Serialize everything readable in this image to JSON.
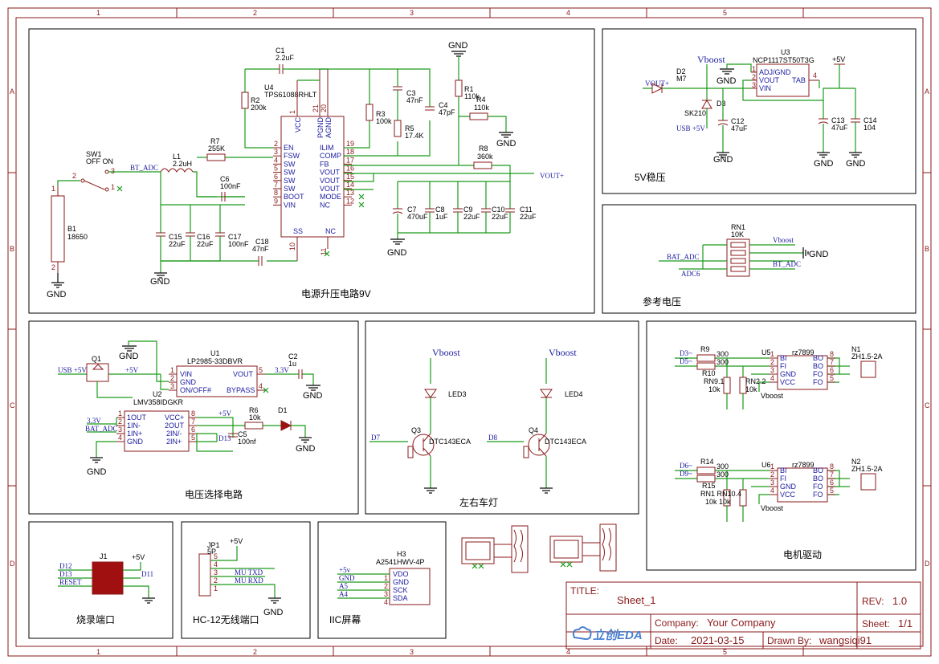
{
  "border": {
    "cols": [
      "1",
      "2",
      "3",
      "4",
      "5"
    ],
    "rows": [
      "A",
      "B",
      "C",
      "D"
    ]
  },
  "sections": {
    "boost": "电源升压电路9V",
    "reg5v": "5V稳压",
    "vref": "参考电压",
    "vsel": "电压选择电路",
    "lights": "左右车灯",
    "motor": "电机驱动",
    "burn": "烧录端口",
    "hc12": "HC-12无线端口",
    "iic": "IIC屏幕"
  },
  "boost": {
    "sw1": {
      "ref": "SW1",
      "val": "OFF ON",
      "p1": "1",
      "p2": "2",
      "p3": "3"
    },
    "b1": {
      "ref": "B1",
      "val": "18650",
      "p1": "1",
      "p2": "2"
    },
    "l1": {
      "ref": "L1",
      "val": "2.2uH"
    },
    "bat_adc": "BT_ADC",
    "r7": {
      "ref": "R7",
      "val": "255K"
    },
    "r2": {
      "ref": "R2",
      "val": "200k"
    },
    "c1": {
      "ref": "C1",
      "val": "2.2uF"
    },
    "c6": {
      "ref": "C6",
      "val": "100nF"
    },
    "c15": {
      "ref": "C15",
      "val": "22uF"
    },
    "c16": {
      "ref": "C16",
      "val": "22uF"
    },
    "c17": {
      "ref": "C17",
      "val": "100nF"
    },
    "c18": {
      "ref": "C18",
      "val": "47nF"
    },
    "u4": {
      "ref": "U4",
      "val": "TPS61088RHLT"
    },
    "u4_left": [
      {
        "n": "2",
        "l": "EN"
      },
      {
        "n": "3",
        "l": "FSW"
      },
      {
        "n": "4",
        "l": "SW"
      },
      {
        "n": "5",
        "l": "SW"
      },
      {
        "n": "6",
        "l": "SW"
      },
      {
        "n": "7",
        "l": "SW"
      },
      {
        "n": "8",
        "l": "BOOT"
      },
      {
        "n": "9",
        "l": "VIN"
      }
    ],
    "u4_right": [
      {
        "n": "19",
        "l": "ILIM"
      },
      {
        "n": "18",
        "l": "COMP"
      },
      {
        "n": "17",
        "l": "FB"
      },
      {
        "n": "16",
        "l": "VOUT"
      },
      {
        "n": "15",
        "l": "VOUT"
      },
      {
        "n": "14",
        "l": "VOUT"
      },
      {
        "n": "13",
        "l": "MODE"
      },
      {
        "n": "12",
        "l": "NC"
      }
    ],
    "u4_top": [
      {
        "n": "1",
        "l": "VCC"
      },
      {
        "n": "21",
        "l": "PGND"
      },
      {
        "n": "20",
        "l": "AGND"
      }
    ],
    "u4_bot": [
      {
        "n": "10",
        "l": "SS"
      },
      {
        "n": "11",
        "l": "NC"
      }
    ],
    "r3": {
      "ref": "R3",
      "val": "100k"
    },
    "c3": {
      "ref": "C3",
      "val": "47nF"
    },
    "r5": {
      "ref": "R5",
      "val": "17.4K"
    },
    "c4": {
      "ref": "C4",
      "val": "47pF"
    },
    "r1": {
      "ref": "R1",
      "val": "110k"
    },
    "r4": {
      "ref": "R4",
      "val": "110k"
    },
    "r8": {
      "ref": "R8",
      "val": "360k"
    },
    "c7": {
      "ref": "C7",
      "val": "470uF"
    },
    "c8": {
      "ref": "C8",
      "val": "1uF"
    },
    "c9": {
      "ref": "C9",
      "val": "22uF"
    },
    "c10": {
      "ref": "C10",
      "val": "22uF"
    },
    "c11": {
      "ref": "C11",
      "val": "22uF"
    },
    "vout": "VOUT+",
    "gnd": "GND"
  },
  "reg5v": {
    "vboost": "Vboost",
    "vout": "VOUT+",
    "d2": {
      "ref": "D2",
      "val": "M7"
    },
    "d3": {
      "ref": "D3",
      "val": "SK210"
    },
    "usb": "USB +5V",
    "c12": {
      "ref": "C12",
      "val": "47uF"
    },
    "u3": {
      "ref": "U3",
      "val": "NCP1117ST50T3G"
    },
    "u3_pins": [
      {
        "n": "1",
        "l": "ADJ/GND"
      },
      {
        "n": "2",
        "l": "VOUT"
      },
      {
        "n": "3",
        "l": "VIN"
      }
    ],
    "u3_tab": {
      "n": "4",
      "l": "TAB"
    },
    "p5v": "+5V",
    "c13": {
      "ref": "C13",
      "val": "47uF"
    },
    "c14": {
      "ref": "C14",
      "val": "104"
    },
    "gnd": "GND"
  },
  "vref": {
    "rn1": {
      "ref": "RN1",
      "val": "10K"
    },
    "vboost": "Vboost",
    "bat_adc": "BAT_ADC",
    "bt_adc": "BT_ADC",
    "adc6": "ADC6",
    "gnd": "GND"
  },
  "vsel": {
    "q1": {
      "ref": "Q1"
    },
    "usb": "USB +5V",
    "p5v": "+5V",
    "u1": {
      "ref": "U1",
      "val": "LP2985-33DBVR"
    },
    "u1_left": [
      {
        "n": "1",
        "l": "VIN"
      },
      {
        "n": "2",
        "l": "GND"
      },
      {
        "n": "3",
        "l": "ON/OFF#"
      }
    ],
    "u1_right": [
      {
        "n": "5",
        "l": "VOUT"
      },
      {
        "n": "4",
        "l": "BYPASS"
      }
    ],
    "c2": {
      "ref": "C2",
      "val": "1u"
    },
    "v33": "3.3V",
    "u2": {
      "ref": "U2",
      "val": "LMV358IDGKR"
    },
    "u2_left": [
      {
        "n": "1",
        "l": "1OUT"
      },
      {
        "n": "2",
        "l": "1IN-"
      },
      {
        "n": "3",
        "l": "1IN+"
      },
      {
        "n": "4",
        "l": "GND"
      }
    ],
    "u2_right": [
      {
        "n": "8",
        "l": "VCC+"
      },
      {
        "n": "7",
        "l": "2OUT"
      },
      {
        "n": "6",
        "l": "2IN/-"
      },
      {
        "n": "5",
        "l": "2IN+"
      }
    ],
    "v33b": "3.3V",
    "bat_adc": "BAT_ADC",
    "p5v2": "+5V",
    "d13": "D13",
    "r6": {
      "ref": "R6",
      "val": "10k"
    },
    "c5": {
      "ref": "C5",
      "val": "100nf"
    },
    "d1": {
      "ref": "D1"
    },
    "gnd": "GND"
  },
  "lights": {
    "vb1": "Vboost",
    "vb2": "Vboost",
    "led3": "LED3",
    "led4": "LED4",
    "q3": {
      "ref": "Q3",
      "val": "DTC143ECA"
    },
    "q4": {
      "ref": "Q4",
      "val": "DTC143ECA"
    },
    "d7": "D7",
    "d8": "D8"
  },
  "motor": {
    "u5": {
      "ref": "U5",
      "val": "rz7899"
    },
    "u6": {
      "ref": "U6",
      "val": "rz7899"
    },
    "pinsL": [
      {
        "n": "1",
        "l": "BI"
      },
      {
        "n": "2",
        "l": "FI"
      },
      {
        "n": "3",
        "l": "GND"
      },
      {
        "n": "4",
        "l": "VCC"
      }
    ],
    "pinsR": [
      {
        "n": "8",
        "l": "BO"
      },
      {
        "n": "7",
        "l": "BO"
      },
      {
        "n": "6",
        "l": "FO"
      },
      {
        "n": "5",
        "l": "FO"
      }
    ],
    "d3n": "D3~",
    "d5n": "D5~",
    "d6n": "D6~",
    "d9n": "D9~",
    "r9": {
      "ref": "R9",
      "val": "300"
    },
    "r10": {
      "ref": "R10",
      "val": "300"
    },
    "rn9": {
      "ref": "RN9.1",
      "val": "10k"
    },
    "rn2": {
      "ref": "RN2.2",
      "val": "10k"
    },
    "r14": {
      "ref": "R14",
      "val": "300"
    },
    "r15": {
      "ref": "R15",
      "val": "300"
    },
    "rn1b": {
      "ref": "RN1 RN10.4",
      "val": "10k 10k"
    },
    "vb": "Vboost",
    "n1": {
      "ref": "N1",
      "val": "ZH1.5-2A"
    },
    "n2": {
      "ref": "N2",
      "val": "ZH1.5-2A"
    }
  },
  "burn": {
    "j1": "J1",
    "p5v": "+5V",
    "d12": "D12",
    "d13": "D13",
    "reset": "RESET",
    "d11": "D11"
  },
  "hc12": {
    "jp1": {
      "ref": "JP1",
      "val": "5P"
    },
    "p5v": "+5V",
    "txd": "MU TXD",
    "rxd": "MU RXD",
    "pins": [
      "5",
      "4",
      "3",
      "2",
      "1"
    ],
    "gnd": "GND"
  },
  "iic": {
    "h3": {
      "ref": "H3",
      "val": "A2541HWV-4P"
    },
    "nets": [
      "+5v",
      "GND",
      "A5",
      "A4"
    ],
    "pins": [
      {
        "n": "1",
        "l": "VDO"
      },
      {
        "n": "2",
        "l": "GND"
      },
      {
        "n": "3",
        "l": "SCK"
      },
      {
        "n": "4",
        "l": "SDA"
      }
    ]
  },
  "titleblock": {
    "title_label": "TITLE:",
    "title": "Sheet_1",
    "rev_label": "REV:",
    "rev": "1.0",
    "company_label": "Company:",
    "company": "Your Company",
    "sheet_label": "Sheet:",
    "sheet": "1/1",
    "date_label": "Date:",
    "date": "2021-03-15",
    "drawn_label": "Drawn By:",
    "drawn": "wangsiqi91",
    "logo": "立创EDA"
  }
}
